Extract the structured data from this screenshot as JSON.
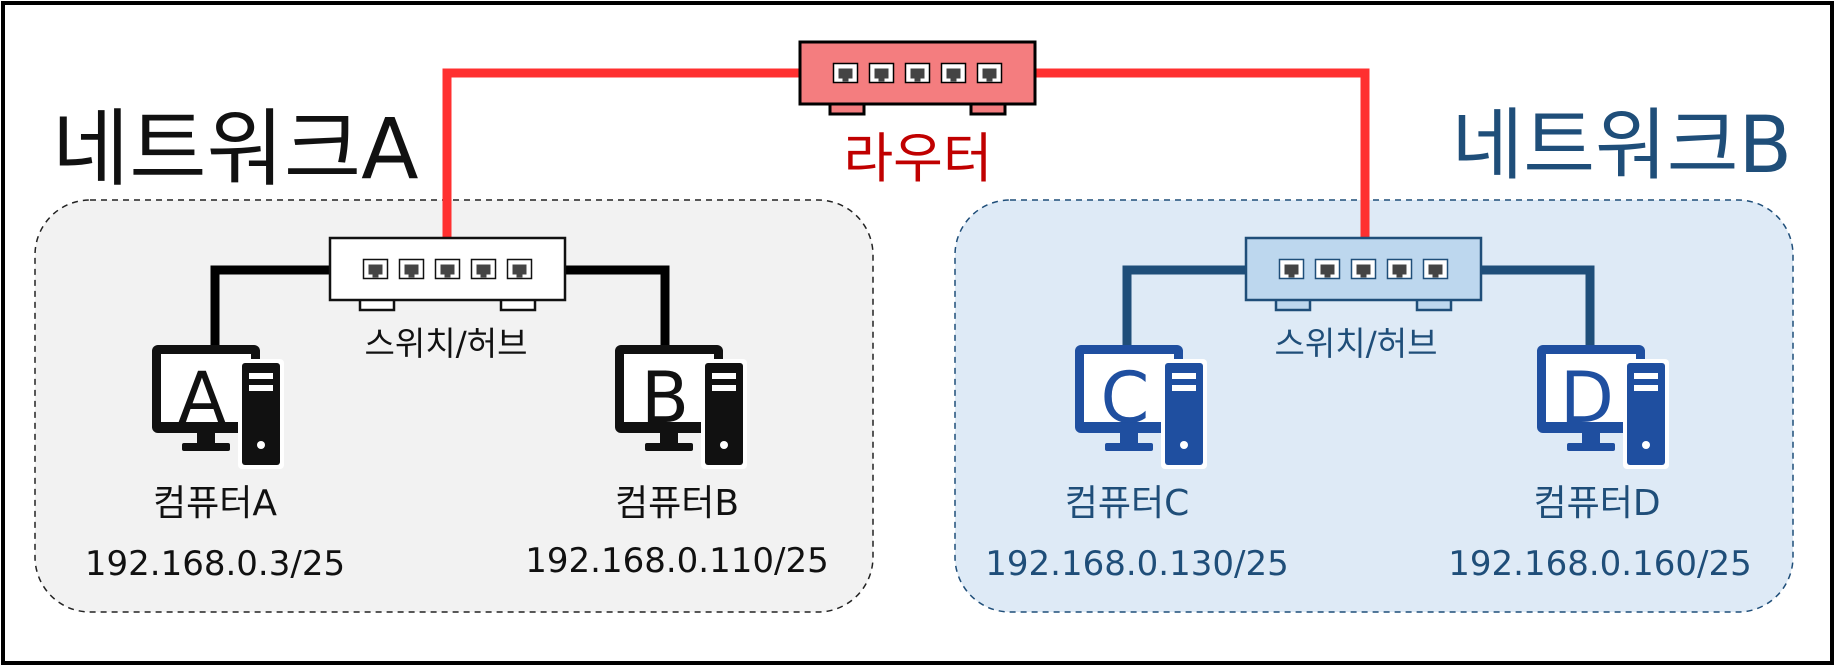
{
  "router": {
    "label": "라우터",
    "fill": "#f47d7f",
    "stroke": "#000000",
    "label_color": "#c00000",
    "cable_color": "#ff3030"
  },
  "networks": [
    {
      "title": "네트워크A",
      "title_color": "#111111",
      "area_fill": "#f2f2f2",
      "area_stroke": "#222222",
      "switch_label": "스위치/허브",
      "switch_fill": "#ffffff",
      "accent": "#111111",
      "cable_color": "#000000",
      "computers": [
        {
          "letter": "A",
          "name": "컴퓨터A",
          "ip": "192.168.0.3/25"
        },
        {
          "letter": "B",
          "name": "컴퓨터B",
          "ip": "192.168.0.110/25"
        }
      ]
    },
    {
      "title": "네트워크B",
      "title_color": "#1f4e79",
      "area_fill": "#deeaf6",
      "area_stroke": "#1f4e79",
      "switch_label": "스위치/허브",
      "switch_fill": "#bdd7ee",
      "accent": "#1f4e79",
      "cable_color": "#1f4e79",
      "computer_color": "#1f4fa0",
      "computers": [
        {
          "letter": "C",
          "name": "컴퓨터C",
          "ip": "192.168.0.130/25"
        },
        {
          "letter": "D",
          "name": "컴퓨터D",
          "ip": "192.168.0.160/25"
        }
      ]
    }
  ]
}
